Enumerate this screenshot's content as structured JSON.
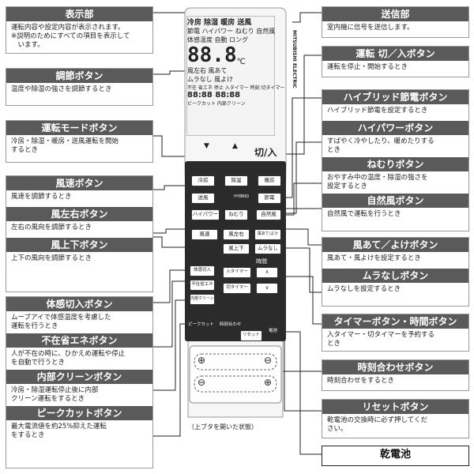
{
  "left_cards": [
    {
      "title": "表示部",
      "body": "運転内容や設定内容が表示されます。\n※説明のためにすべての項目を表示して\n　います。"
    },
    {
      "title": "調節ボタン",
      "body": "温度や除湿の強さを調節するとき"
    },
    {
      "title": "運転モードボタン",
      "body": "冷房・除湿・暖房・送風運転を開始\nするとき"
    },
    {
      "title": "風速ボタン",
      "body": "風速を調節するとき"
    },
    {
      "title": "風左右ボタン",
      "body": "左右の風向を調節するとき"
    },
    {
      "title": "風上下ボタン",
      "body": "上下の風向を調節するとき"
    },
    {
      "title": "体感切入ボタン",
      "body": "ムーブアイで体感温度を考慮した\n運転を行うとき"
    },
    {
      "title": "不在省エネボタン",
      "body": "人が不在の時に、ひかえめ運転や停止\nを自動で行うとき"
    },
    {
      "title": "内部クリーンボタン",
      "body": "冷房・除湿運転停止後に内部\nクリーン運転をするとき"
    },
    {
      "title": "ピークカットボタン",
      "body": "最大電流値を約25%抑えた運転\nをするとき"
    }
  ],
  "right_cards": [
    {
      "title": "送信部",
      "body": "室内機に信号を送信します。"
    },
    {
      "title": "運転 切／入ボタン",
      "body": "運転を停止・開始するとき"
    },
    {
      "title": "ハイブリッド節電ボタン",
      "body": "ハイブリッド節電を設定するとき"
    },
    {
      "title": "ハイパワーボタン",
      "body": "すばやく冷やしたり、暖めたりする\nとき"
    },
    {
      "title": "ねむりボタン",
      "body": "おやすみ中の温度・除湿の強さを\n設定するとき"
    },
    {
      "title": "自然風ボタン",
      "body": "自然風で運転を行うとき"
    },
    {
      "title": "風あて／よけボタン",
      "body": "風あて・風よけを設定するとき"
    },
    {
      "title": "ムラなしボタン",
      "body": "ムラなしを設定するとき"
    },
    {
      "title": "タイマーボタン・時間ボタン",
      "body": "入タイマー・切タイマーを予約する\nとき"
    },
    {
      "title": "時刻合わせボタン",
      "body": "時刻合わせをするとき"
    },
    {
      "title": "リセットボタン",
      "body": "乾電池の交換時に必ず押してくだ\nさい。"
    }
  ],
  "battery_label": "乾電池",
  "remote": {
    "brand": "MITSUBISHI ELECTRIC",
    "lcd_modes": "冷房 除湿 暖房 送風",
    "lcd_line2": "節電 ハイパワー ねむり 自然風",
    "lcd_line3": "体感温度 自動 ロング",
    "lcd_line4": "風左右 風あて",
    "lcd_line5": "ムラなし 風よけ",
    "lcd_temp": "88.8",
    "lcd_unit": "℃",
    "lcd_line6": "不在 省エネ 停止 入タイマー 時刻 切タイマー",
    "lcd_time": "88:88 88:88",
    "lcd_line7": "ピークカット 内部クリーン",
    "power_label": "切/入",
    "btn_cool": "冷房",
    "btn_dry": "除湿",
    "btn_heat": "暖房",
    "btn_fan": "送風",
    "btn_hybrid": "HYBRID",
    "btn_save": "節電",
    "btn_hipower": "ハイパワー",
    "btn_sleep": "ねむり",
    "btn_natural": "自然風",
    "btn_speed": "風速",
    "btn_lr": "風左右",
    "btn_ud": "風上下",
    "btn_aim": "風あて/よけ",
    "btn_even": "ムラなし",
    "btn_sense": "体感切入",
    "btn_away": "不在省エネ",
    "btn_clean": "内部クリーン",
    "time_label": "時間",
    "btn_on_timer": "入タイマー",
    "btn_off_timer": "切タイマー",
    "peak_label": "ピークカット",
    "clock_label": "時刻合わせ",
    "reset_label": "リセット",
    "battery_small": "電池",
    "plus": "⊕",
    "minus": "⊖"
  },
  "caption": "（上ブタを開いた状態）"
}
